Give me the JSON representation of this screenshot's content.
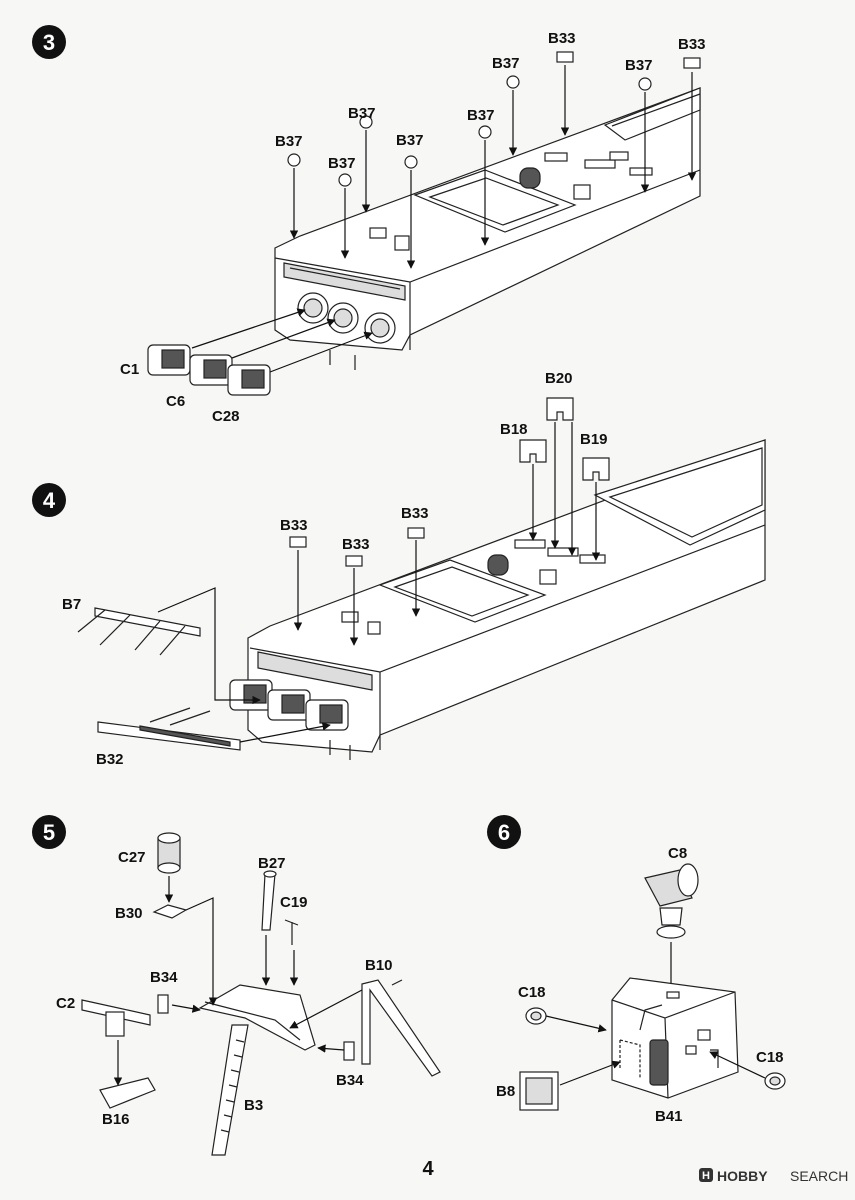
{
  "page_number": "4",
  "watermark": {
    "brand": "HOBBY",
    "rest": "SEARCH",
    "logo_glyph": "H"
  },
  "steps": [
    {
      "number": "3"
    },
    {
      "number": "4"
    },
    {
      "number": "5"
    },
    {
      "number": "6"
    }
  ],
  "labels": {
    "s3": {
      "b33a": "B33",
      "b33b": "B33",
      "b37a": "B37",
      "b37b": "B37",
      "b37c": "B37",
      "b37d": "B37",
      "b37e": "B37",
      "b37f": "B37",
      "b37g": "B37",
      "c1": "C1",
      "c6": "C6",
      "c28": "C28"
    },
    "s4": {
      "b20": "B20",
      "b18": "B18",
      "b19": "B19",
      "b33a": "B33",
      "b33b": "B33",
      "b33c": "B33",
      "b7": "B7",
      "b32": "B32"
    },
    "s5": {
      "c27": "C27",
      "b30": "B30",
      "b27": "B27",
      "c19": "C19",
      "b10": "B10",
      "b34a": "B34",
      "b34b": "B34",
      "c2": "C2",
      "b16": "B16",
      "b3": "B3"
    },
    "s6": {
      "c8": "C8",
      "c18a": "C18",
      "c18b": "C18",
      "b8": "B8",
      "b41": "B41"
    }
  }
}
